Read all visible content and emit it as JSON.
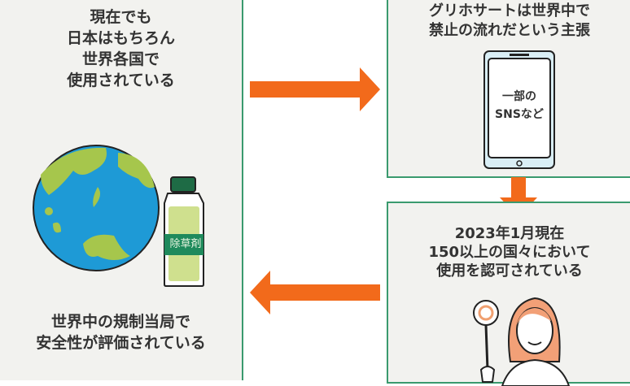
{
  "left_panel": {
    "top_text": "現在でも\n日本はもちろん\n世界各国で\n使用されている",
    "bottle_label": "除草剤",
    "bottom_text": "世界中の規制当局で\n安全性が評価されている"
  },
  "right_top_panel": {
    "text": "グリホサートは世界中で\n禁止の流れだという主張",
    "phone_text": "一部の\nSNSなど"
  },
  "right_bottom_panel": {
    "text": "2023年1月現在\n150以上の国々において\n使用を認可されている"
  },
  "colors": {
    "arrow": "#f26a1b",
    "border": "#3a9a6e",
    "panel_bg": "#f2f2ef",
    "ocean": "#1e9ad6",
    "land": "#a6c64c"
  }
}
